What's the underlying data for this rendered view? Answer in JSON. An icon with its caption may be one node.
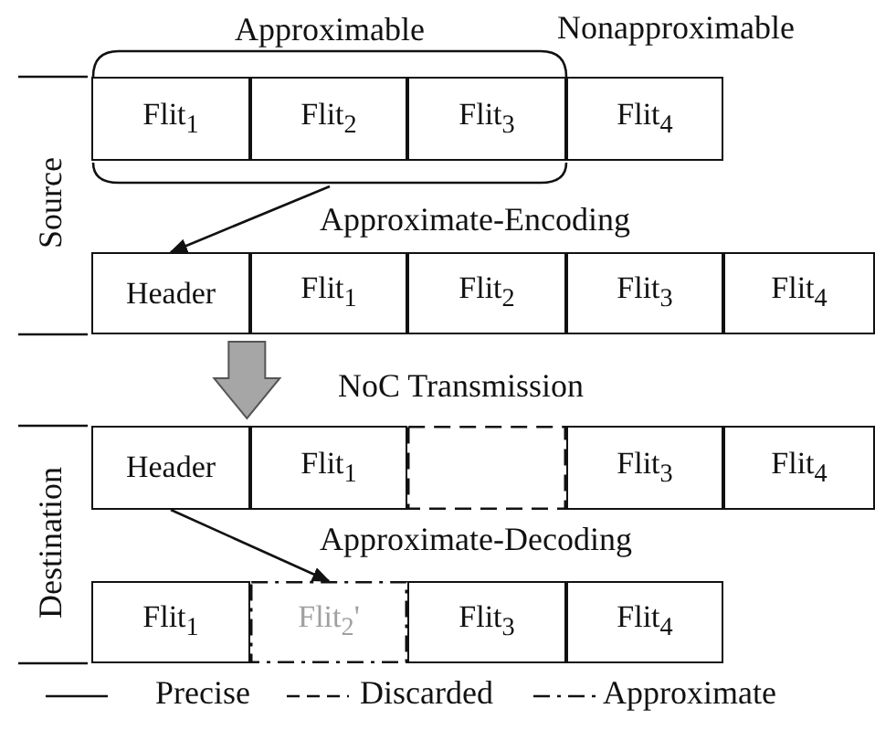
{
  "diagram": {
    "nodes": [
      {
        "text": [
          "Source"
        ]
      },
      {
        "text": [
          "Approximable"
        ],
        "in": 0
      },
      {
        "text": [
          "Flit$_{1}$"
        ],
        "in": 1
      },
      {
        "text": [
          "Flit$_{2}$"
        ],
        "in": 1
      },
      {
        "text": [
          "Flit$_{3}$"
        ],
        "in": 1
      },
      {
        "text": [
          "Flit$_{4}$"
        ],
        "beside": [
          "Nonapproximable"
        ],
        "in": 0
      },
      {
        "text": [
          "Header"
        ],
        "in": 0
      },
      {
        "text": [
          "Flit$_{1}$"
        ],
        "in": 0
      },
      {
        "text": [
          "Flit$_{2}$"
        ],
        "in": 0
      },
      {
        "text": [
          "Flit$_{3}$"
        ],
        "in": 0
      },
      {
        "text": [
          "Flit$_{4}$"
        ],
        "in": 0
      },
      {
        "text": [
          "Destination"
        ]
      },
      {
        "text": [
          "Header"
        ],
        "in": 11
      },
      {
        "text": [
          "Flit$_{1}$"
        ],
        "in": 11
      },
      {
        "text": [],
        "shape": "box",
        "in": 11
      },
      {
        "text": [
          "Flit$_{3}$"
        ],
        "in": 11
      },
      {
        "text": [
          "Flit$_{4}$"
        ],
        "in": 11
      },
      {
        "text": [
          "Flit$_{1}$"
        ],
        "in": 11
      },
      {
        "text": [
          "Flit$_{2}$'"
        ],
        "in": 11
      },
      {
        "text": [
          "Flit$_{3}$"
        ],
        "in": 11
      },
      {
        "text": [
          "Flit$_{4}$"
        ],
        "in": 11
      }
    ],
    "edges": [
      {
        "from": 1,
        "to": 6,
        "arrow": "to",
        "label": "Approximate-Encoding"
      },
      {
        "from": 0,
        "to": 11,
        "arrow": "to",
        "label": "NoC Transmission",
        "style": "thick",
        "color": "#a6a6a6"
      },
      {
        "from": 12,
        "to": 18,
        "arrow": "to",
        "label": "Approximate-Decoding"
      }
    ],
    "legend": [
      {
        "text": "Precise"
      },
      {
        "text": "Discarded"
      },
      {
        "text": "Approximate"
      }
    ]
  }
}
